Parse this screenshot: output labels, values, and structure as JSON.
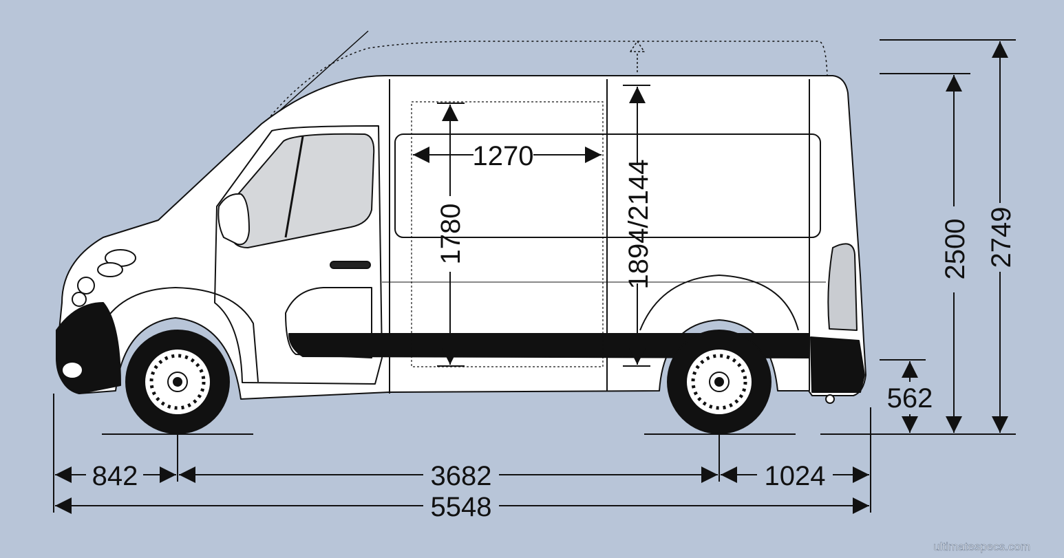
{
  "dimensions": {
    "front_overhang": "842",
    "wheelbase": "3682",
    "rear_overhang": "1024",
    "overall_length": "5548",
    "cargo_length": "1270",
    "side_door_height": "1780",
    "cargo_height": "1894/2144",
    "overall_height": "2500",
    "overall_height_high_roof": "2749",
    "load_sill_height": "562"
  },
  "watermark": "ultimatespecs.com",
  "colors": {
    "background": "#b8c5d8",
    "vehicle_body": "#ffffff",
    "line": "#111111"
  }
}
